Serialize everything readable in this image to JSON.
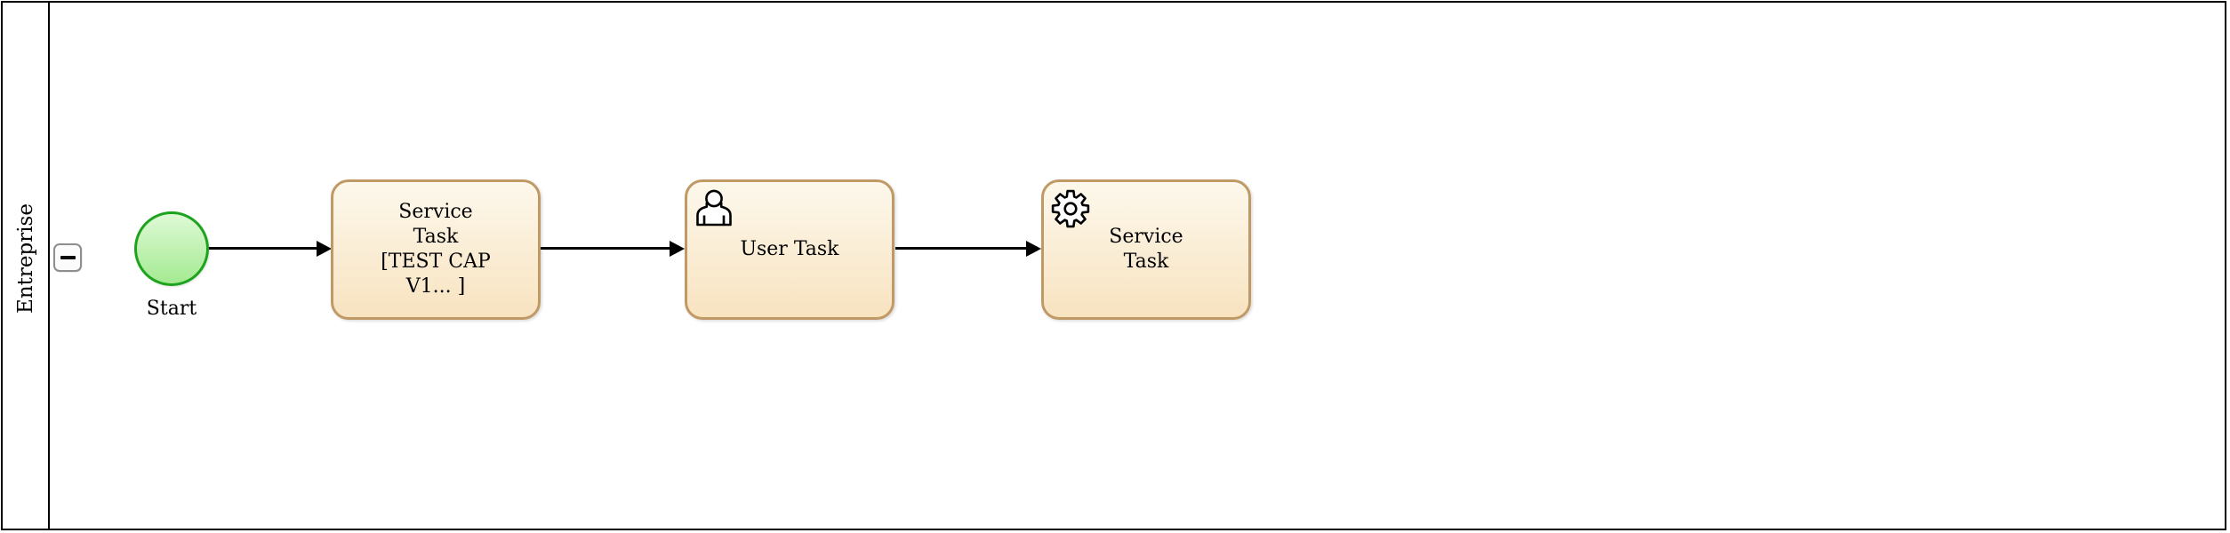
{
  "pool": {
    "label": "Entreprise",
    "collapse_icon": "minus"
  },
  "start_event": {
    "label": "Start"
  },
  "tasks": [
    {
      "name": "service-task-1",
      "label": "Service\nTask\n[TEST CAP\nV1... ]",
      "icon": "none"
    },
    {
      "name": "user-task",
      "label": "User Task",
      "icon": "user-icon"
    },
    {
      "name": "service-task-2",
      "label": "Service\nTask",
      "icon": "gear-icon"
    }
  ],
  "colors": {
    "pool-border": "#000000",
    "line": "#000000",
    "task-fill-top": "#fdf8ec",
    "task-fill-bottom": "#f8e3c0",
    "task-border": "#bf9a66",
    "start-fill-top": "#def9d5",
    "start-fill-bottom": "#a4ea92",
    "start-border": "#1da31d"
  }
}
